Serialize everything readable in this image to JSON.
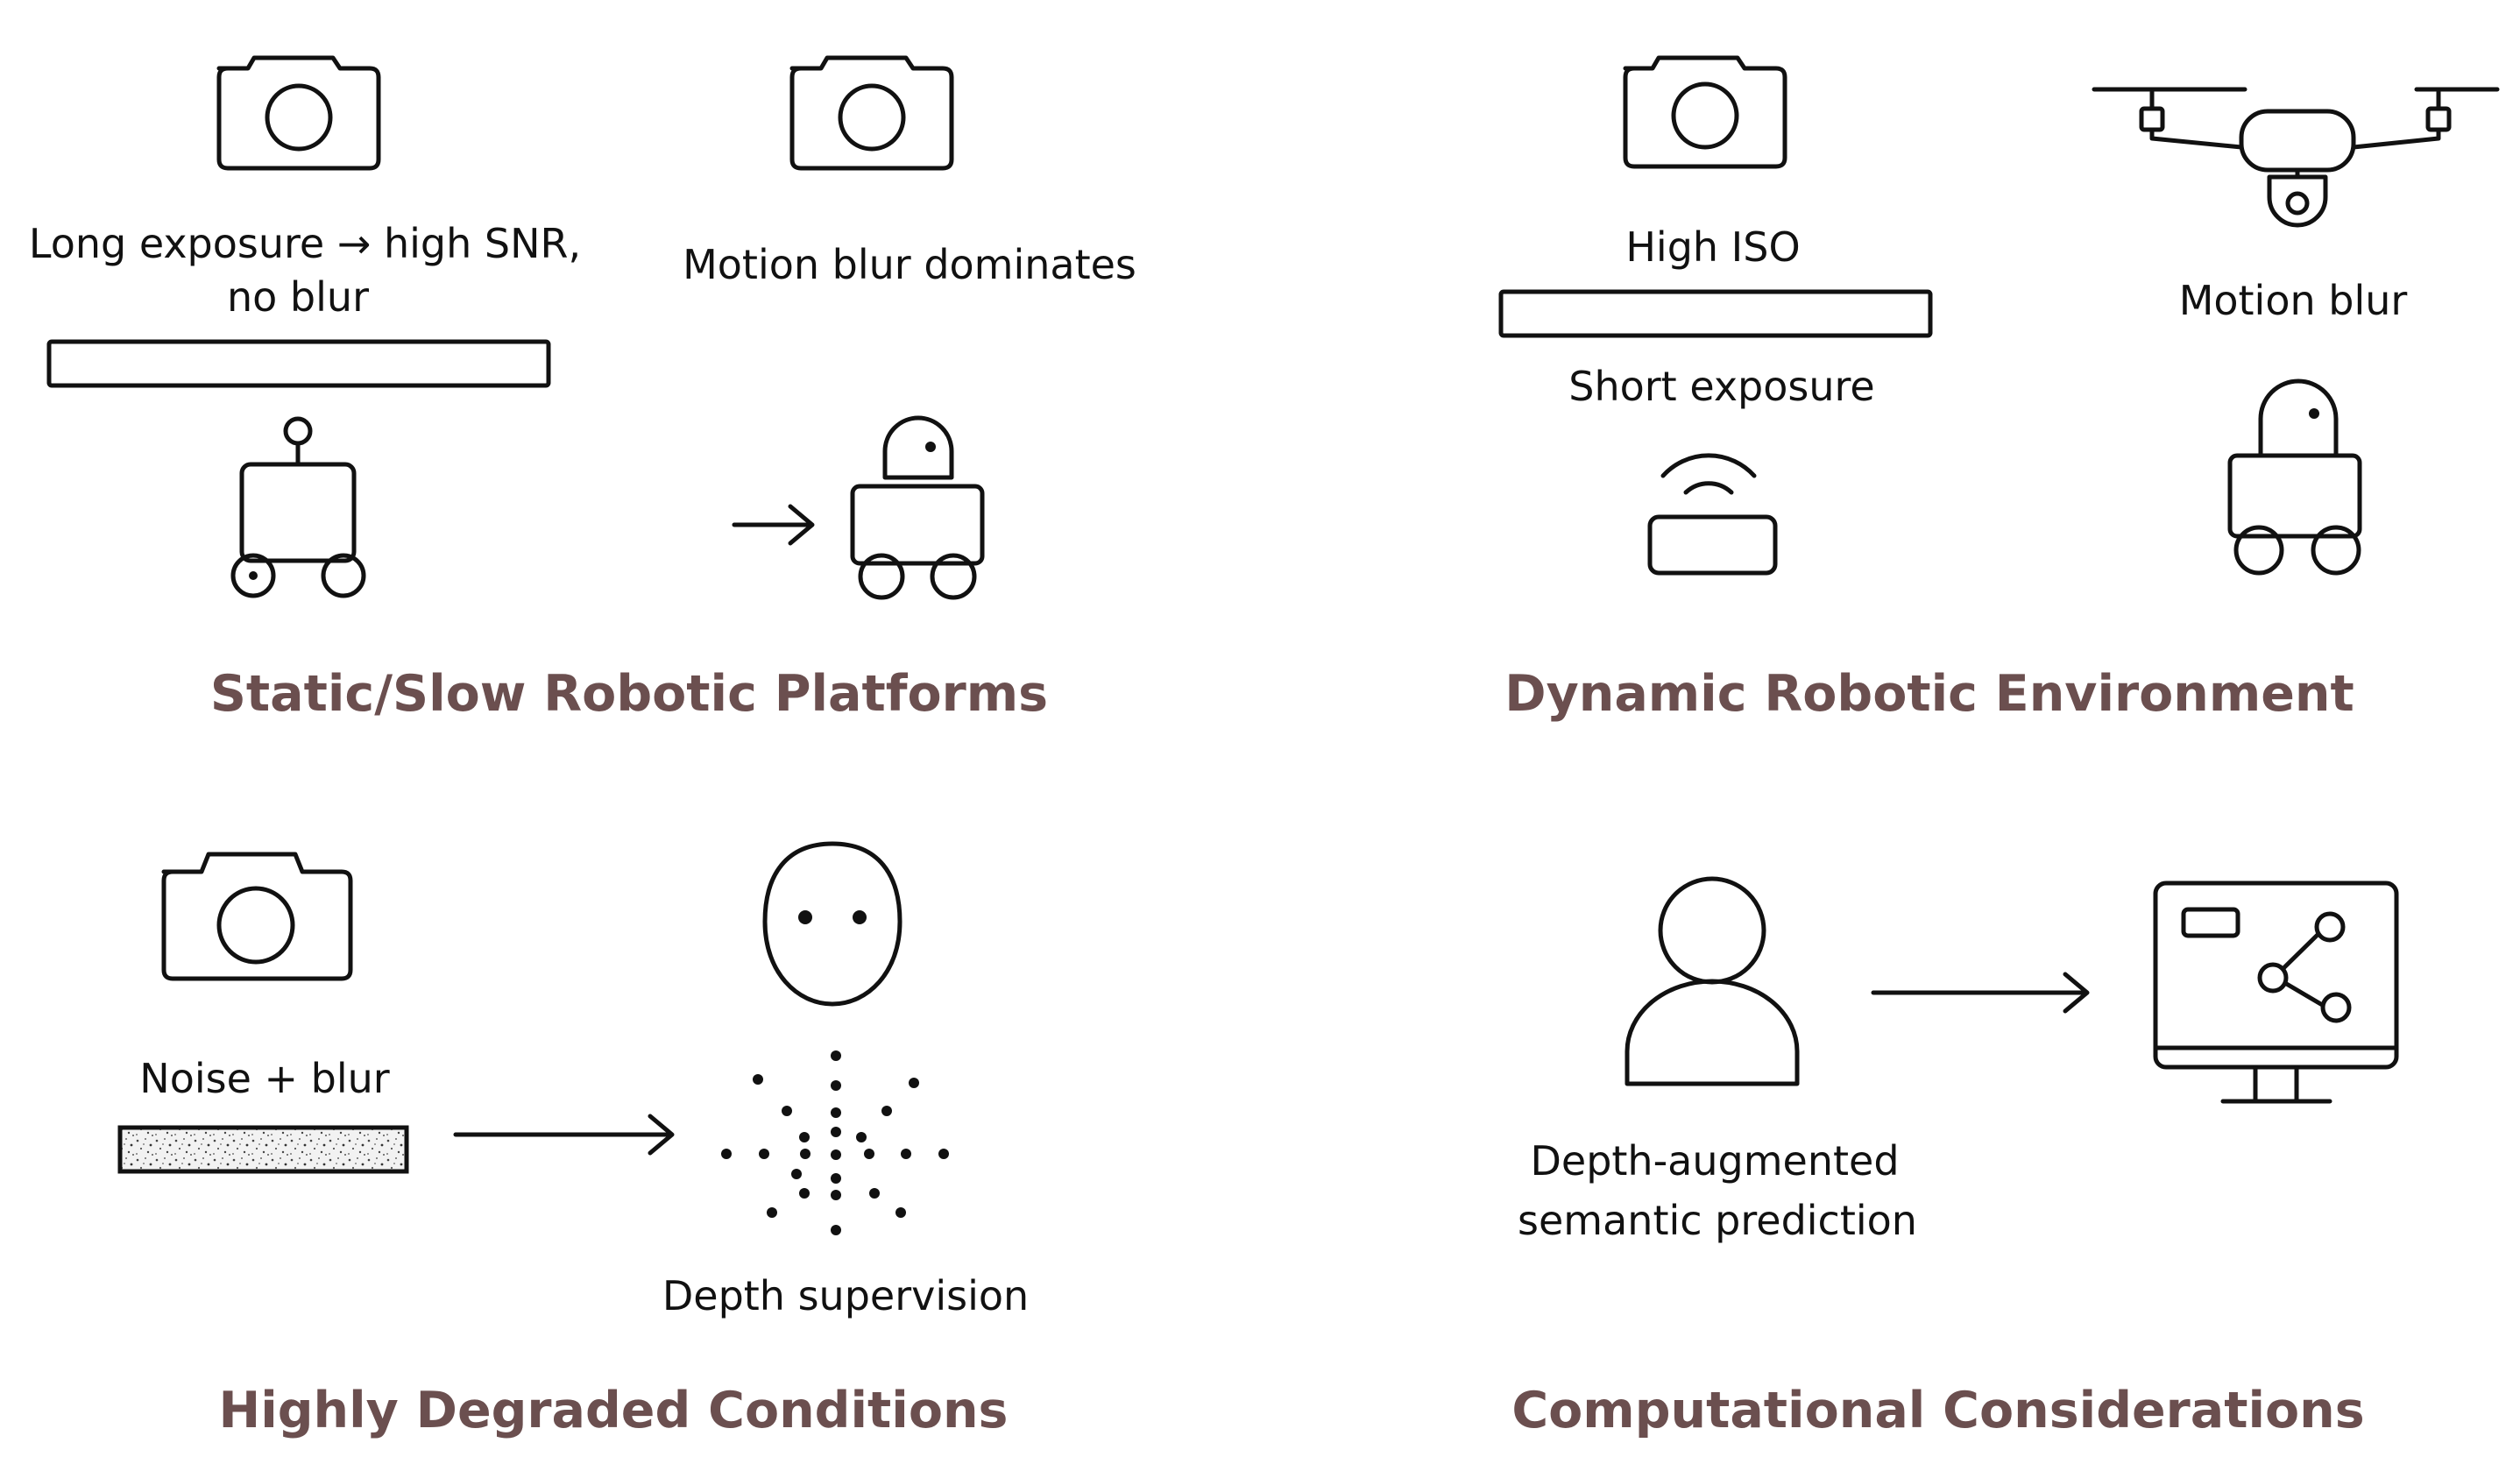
{
  "colors": {
    "title": "#6b4f4f",
    "ink": "#111111"
  },
  "panels": {
    "static_slow": {
      "title": "Static/Slow Robotic Platforms",
      "label_long_exposure_line1": "Long exposure → high SNR,",
      "label_long_exposure_line2": "no blur",
      "label_motion_blur": "Motion blur dominates"
    },
    "dynamic": {
      "title": "Dynamic Robotic Environment",
      "label_high_iso": "High ISO",
      "label_short_exposure": "Short exposure",
      "label_motion_blur": "Motion blur"
    },
    "degraded": {
      "title": "Highly Degraded Conditions",
      "label_noise_blur": "Noise + blur",
      "label_depth_supervision": "Depth supervision"
    },
    "computational": {
      "title": "Computational Considerations",
      "label_line1": "Depth-augmented",
      "label_line2": "semantic prediction"
    }
  },
  "icons": [
    "camera-icon",
    "robot-icon",
    "arrow-icon",
    "drone-icon",
    "wireless-sensor-icon",
    "face-icon",
    "point-cloud-icon",
    "person-icon",
    "monitor-icon",
    "share-graph-icon"
  ]
}
